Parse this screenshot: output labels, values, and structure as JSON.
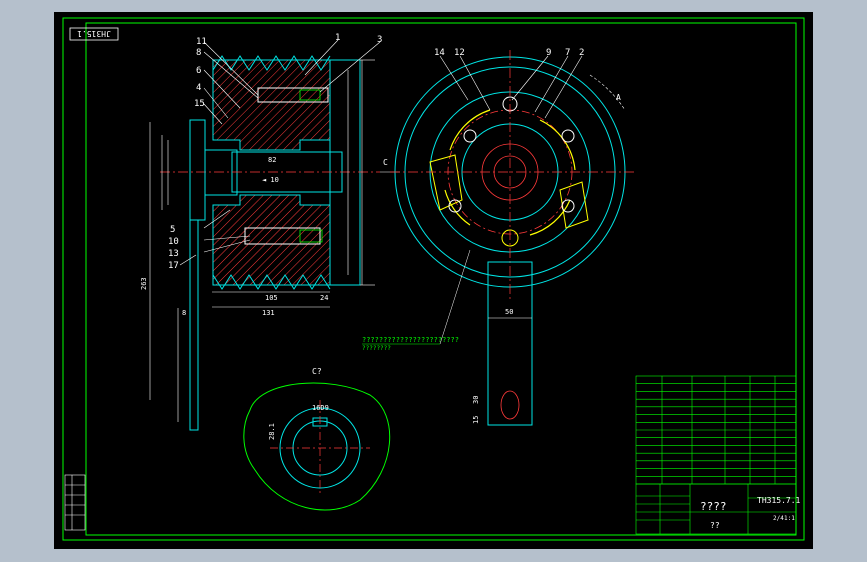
{
  "colors": {
    "background_outer": "#b5c0cc",
    "canvas": "#000000",
    "frame": "#00ff00",
    "outline": "#00e5e5",
    "hatch": "#ff3a3a",
    "center_line": "#ff3a3a",
    "annotation": "#ffffff",
    "highlight": "#ffff00",
    "bolt": "#ffffff",
    "text_green": "#00ff00"
  },
  "drawing": {
    "stamp_rotated": "JH315.1",
    "title_code": "TH315.7.1",
    "title_name": "????",
    "title_bottom": "??",
    "scale": "1:1",
    "sheet": "2/4",
    "section_a_label": "A",
    "section_c_label": "C",
    "view_c_label": "C?",
    "note_text": "???????????????????????",
    "note_sub": "????????",
    "balloons_left": [
      {
        "id": "11",
        "label": "11"
      },
      {
        "id": "8",
        "label": "8"
      },
      {
        "id": "6",
        "label": "6"
      },
      {
        "id": "4",
        "label": "4"
      },
      {
        "id": "15",
        "label": "15"
      },
      {
        "id": "5",
        "label": "5"
      },
      {
        "id": "10",
        "label": "10"
      },
      {
        "id": "13",
        "label": "13"
      },
      {
        "id": "17",
        "label": "17"
      },
      {
        "id": "1",
        "label": "1"
      },
      {
        "id": "3",
        "label": "3"
      }
    ],
    "balloons_right": [
      {
        "id": "14",
        "label": "14"
      },
      {
        "id": "12",
        "label": "12"
      },
      {
        "id": "9",
        "label": "9"
      },
      {
        "id": "7",
        "label": "7"
      },
      {
        "id": "2",
        "label": "2"
      }
    ],
    "dimensions": {
      "d105": "105",
      "d131": "131",
      "d24": "24",
      "d263": "263",
      "d82": "82",
      "d50": "50",
      "d30": "30",
      "d15": "15",
      "d16": "16D9",
      "d28": "28.1",
      "d8": "8"
    }
  }
}
